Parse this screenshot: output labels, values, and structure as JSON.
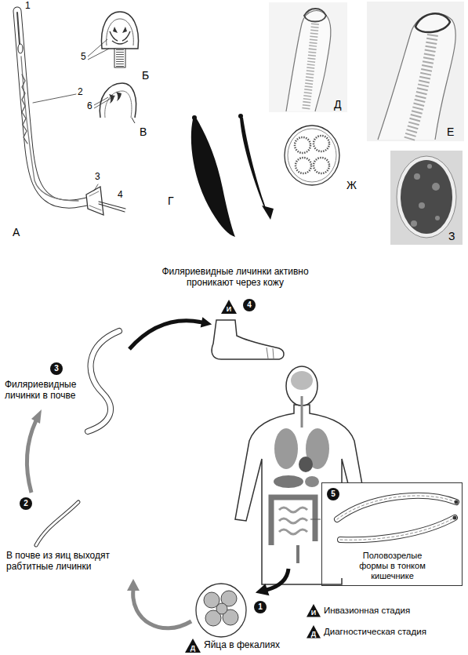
{
  "diagram": {
    "nodes": [
      {
        "text": [
          "И"
        ]
      },
      {
        "text": [
          "4"
        ]
      },
      {
        "text": [
          "3"
        ]
      },
      {
        "text": [
          "Половозрелые формы в тонком кишечнике"
        ]
      },
      {
        "text": [
          "5"
        ],
        "in": 3
      },
      {
        "text": [
          "2"
        ]
      },
      {
        "text": [
          "1"
        ]
      },
      {
        "text": [
          "Д"
        ]
      }
    ],
    "labels": [
      "1",
      "2",
      "3",
      "4",
      "5",
      "Б",
      "6",
      "В",
      "А",
      "Г",
      "Д",
      "Е",
      "Ж",
      "З",
      "Филяриевидные личинки активно проникают через кожу",
      "Филяриевидные личинки в почве",
      "В почве из яиц выходят рабтитные личинки",
      "Яйца в фекалиях",
      "И",
      "Д"
    ],
    "legend": [
      {
        "text": "Инвазионная стадия"
      },
      {
        "text": "Диагностическая стадия"
      }
    ]
  }
}
